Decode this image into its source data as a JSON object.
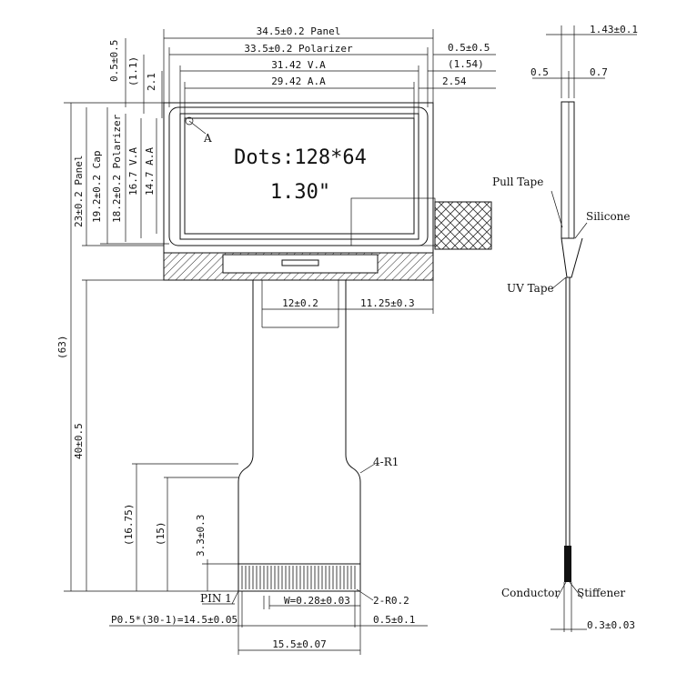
{
  "display": {
    "line1": "Dots:128*64",
    "line2": "1.30\""
  },
  "dims_top": {
    "panel": "34.5±0.2 Panel",
    "polarizer": "33.5±0.2 Polarizer",
    "va": "31.42 V.A",
    "aa": "29.42 A.A",
    "right_05": "0.5±0.5",
    "right_154": "(1.54)",
    "right_254": "2.54"
  },
  "dims_left_vertical": {
    "d05": "0.5±0.5",
    "d11": "(1.1)",
    "d21": "2.1",
    "panel23": "23±0.2 Panel",
    "cap": "19.2±0.2 Cap",
    "polar": "18.2±0.2 Polarizer",
    "va": "16.7 V.A",
    "aa": "14.7 A.A",
    "d63": "(63)",
    "d40": "40±0.5",
    "d1675": "(16.75)",
    "d15": "(15)",
    "d33": "3.3±0.3"
  },
  "dims_fpc": {
    "w12": "12±0.2",
    "w1125": "11.25±0.3",
    "r1": "4-R1",
    "pin1": "PIN 1",
    "wline": "W=0.28±0.03",
    "r02": "2-R0.2",
    "pitch": "P0.5*(30-1)=14.5±0.05",
    "d05": "0.5±0.1",
    "w155": "15.5±0.07"
  },
  "label_a": "A",
  "side_view": {
    "d143": "1.43±0.1",
    "d05": "0.5",
    "d07": "0.7",
    "pull_tape": "Pull Tape",
    "silicone": "Silicone",
    "uv_tape": "UV Tape",
    "conductor": "Conductor",
    "stiffener": "Stiffener",
    "d03": "0.3±0.03"
  }
}
